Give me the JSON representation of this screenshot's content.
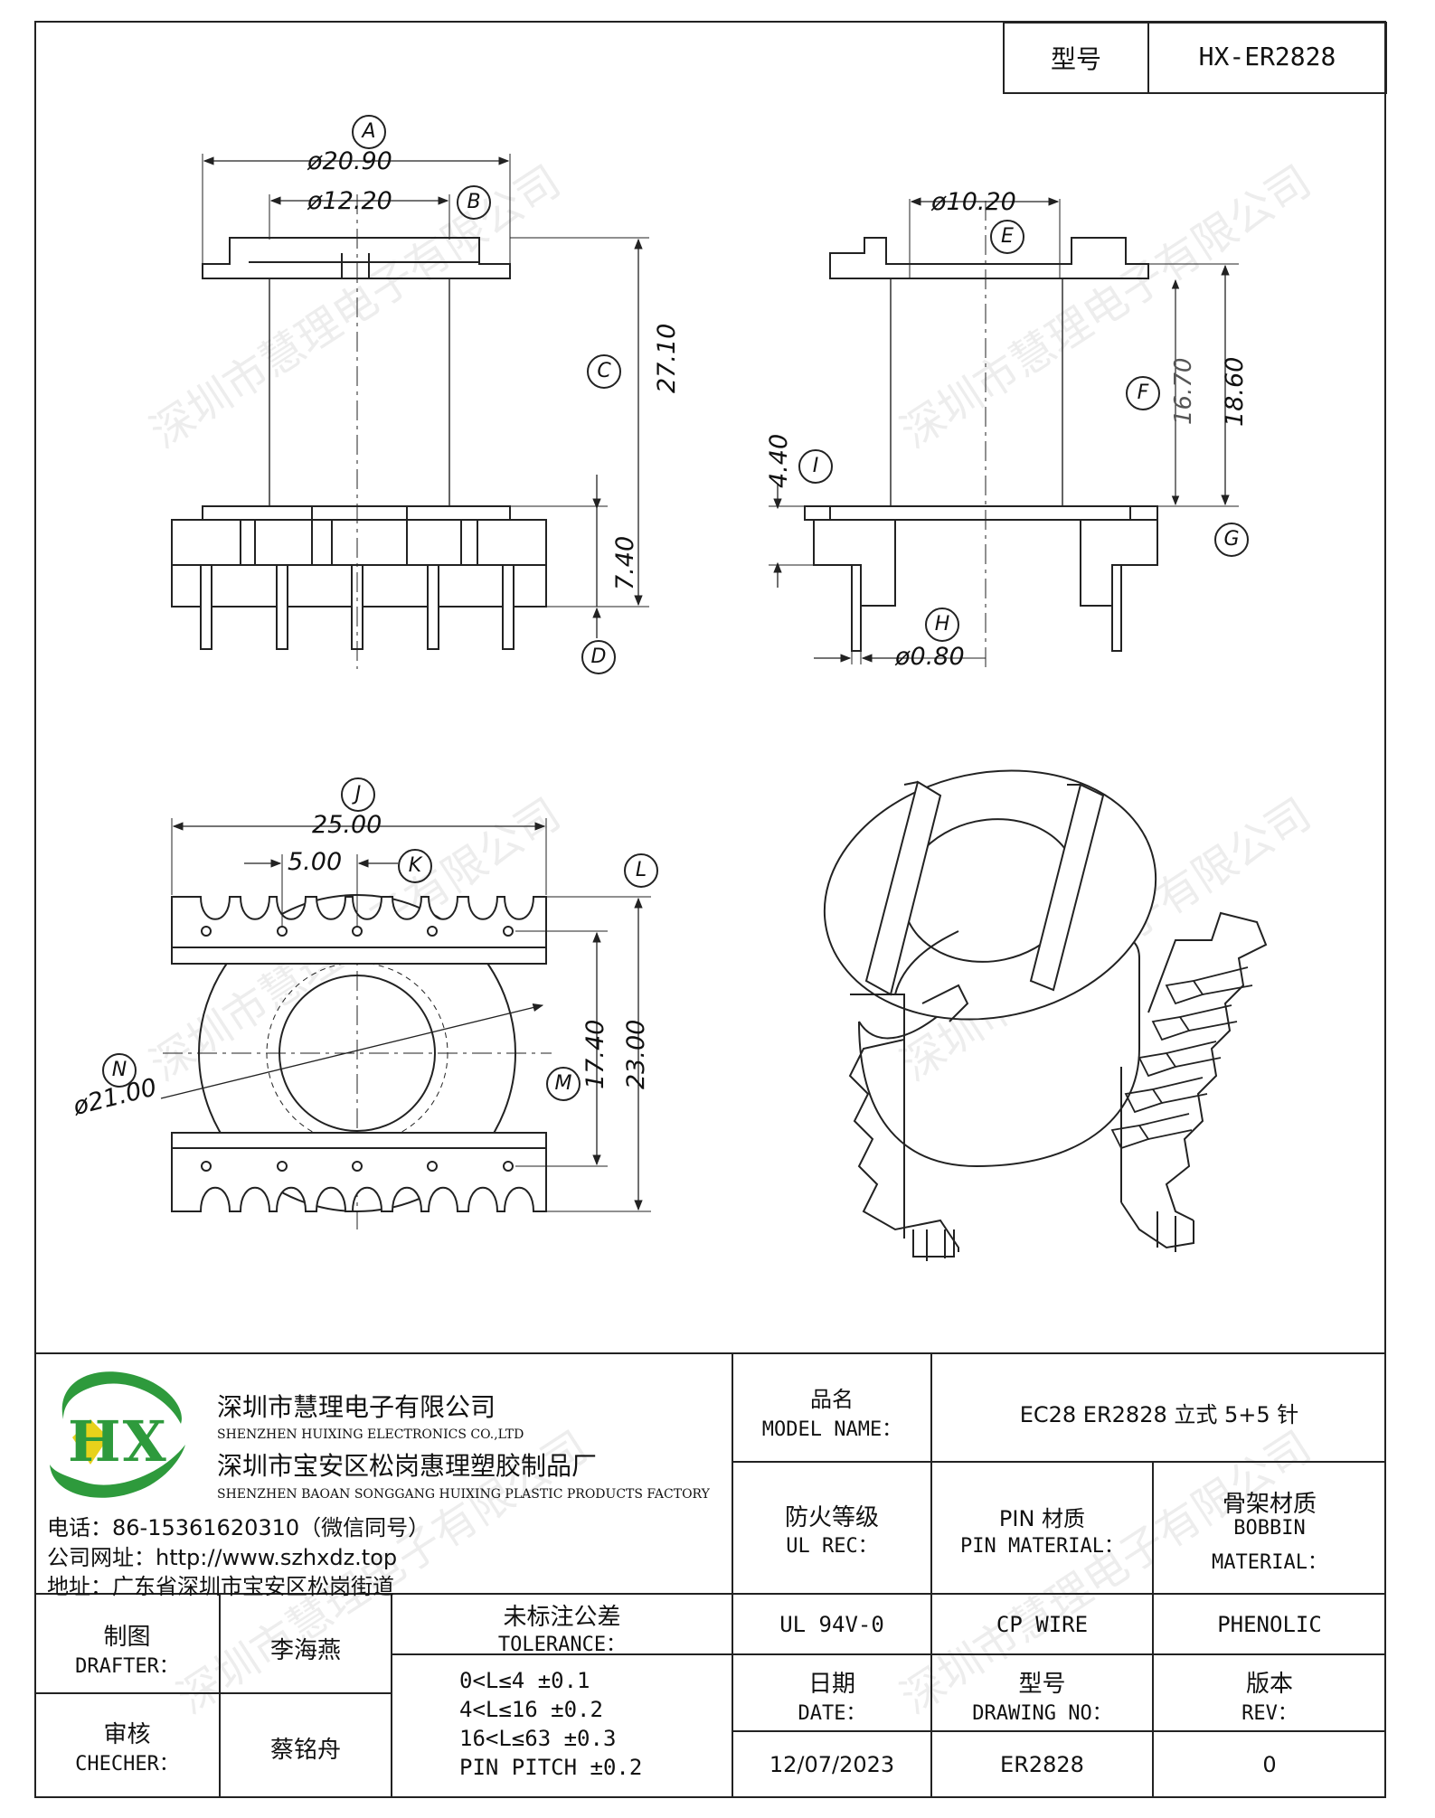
{
  "header": {
    "model_label": "型号",
    "model_value": "HX-ER2828"
  },
  "drawing": {
    "dim_a": "ø20.90",
    "dim_b": "ø12.20",
    "dim_c": "27.10",
    "dim_d": "7.40",
    "dim_e": "ø10.20",
    "dim_f": "16.70",
    "dim_g": "18.60",
    "dim_h": "ø0.80",
    "dim_i": "4.40",
    "dim_j": "25.00",
    "dim_k": "5.00",
    "dim_l": "23.00",
    "dim_m": "17.40",
    "dim_n": "ø21.00",
    "callouts": {
      "a": "A",
      "b": "B",
      "c": "C",
      "d": "D",
      "e": "E",
      "f": "F",
      "g": "G",
      "h": "H",
      "i": "I",
      "j": "J",
      "k": "K",
      "l": "L",
      "m": "M",
      "n": "N"
    }
  },
  "watermark": {
    "text": "深圳市慧理电子有限公司"
  },
  "company": {
    "logo_text": "HX",
    "name_cn": "深圳市慧理电子有限公司",
    "name_en": "SHENZHEN HUIXING ELECTRONICS CO.,LTD",
    "factory_cn": "深圳市宝安区松岗惠理塑胶制品厂",
    "factory_en": "SHENZHEN BAOAN SONGGANG HUIXING PLASTIC PRODUCTS FACTORY",
    "phone": "电话：86-15361620310（微信同号）",
    "website": "公司网址：http://www.szhxdz.top",
    "address": "地址：广东省深圳市宝安区松岗街道"
  },
  "titleblock": {
    "model_name_cn": "品名",
    "model_name_en": "MODEL NAME：",
    "model_name_value": "EC28 ER2828 立式 5+5 针",
    "ul_cn": "防火等级",
    "ul_en": "UL REC：",
    "ul_value": "UL 94V-0",
    "pin_cn": "PIN 材质",
    "pin_en": "PIN MATERIAL：",
    "pin_value": "CP WIRE",
    "bobbin_cn": "骨架材质",
    "bobbin_en1": "BOBBIN",
    "bobbin_en2": "MATERIAL：",
    "bobbin_value": "PHENOLIC",
    "drafter_cn": "制图",
    "drafter_en": "DRAFTER：",
    "drafter_name": "李海燕",
    "checker_cn": "审核",
    "checker_en": "CHECHER：",
    "checker_name": "蔡铭舟",
    "tolerance_cn": "未标注公差",
    "tolerance_en": "TOLERANCE：",
    "tolerance_lines": [
      "0<L≤4  ±0.1",
      "4<L≤16  ±0.2",
      "16<L≤63  ±0.3",
      "PIN PITCH  ±0.2"
    ],
    "date_cn": "日期",
    "date_en": "DATE：",
    "date_value": "12/07/2023",
    "drawing_cn": "型号",
    "drawing_en": "DRAWING NO：",
    "drawing_value": "ER2828",
    "rev_cn": "版本",
    "rev_en": "REV：",
    "rev_value": "0"
  }
}
